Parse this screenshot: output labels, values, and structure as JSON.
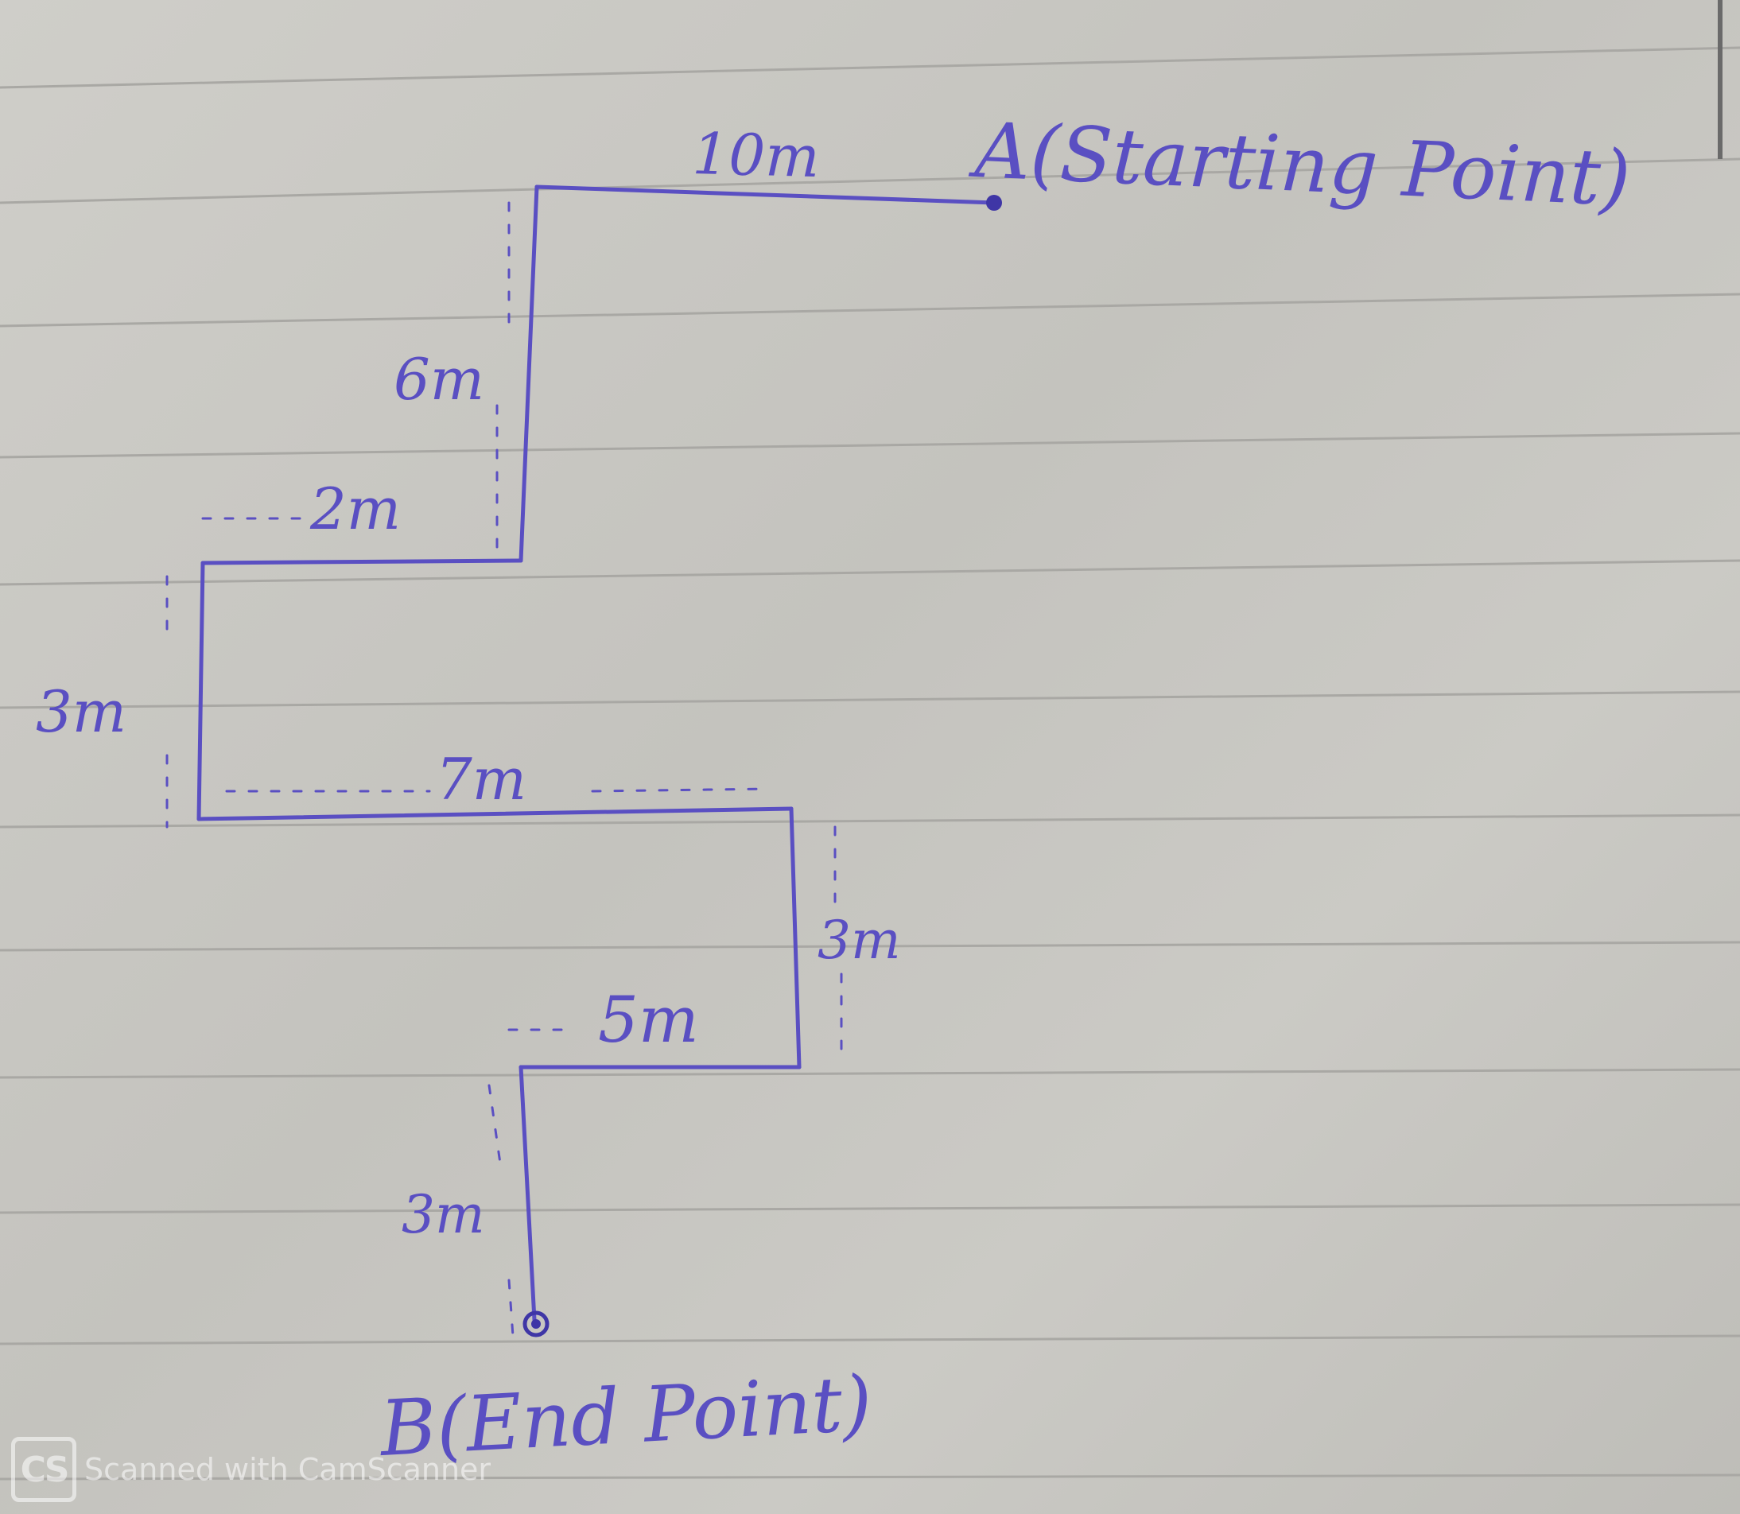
{
  "labels": {
    "start_point": "A(Starting Point)",
    "end_point": "B(End Point)",
    "seg_10m": "10m",
    "seg_6m": "6m",
    "seg_2m": "2m",
    "seg_3m_left": "3m",
    "seg_7m": "7m",
    "seg_3m_right": "3m",
    "seg_5m": "5m",
    "seg_3m_bottom": "3m"
  },
  "watermark": {
    "logo": "CS",
    "text": "Scanned with CamScanner"
  },
  "colors": {
    "ink": "#5a4fc2",
    "paper": "#c9c8c3",
    "rule_line": "#a9a8a4"
  }
}
